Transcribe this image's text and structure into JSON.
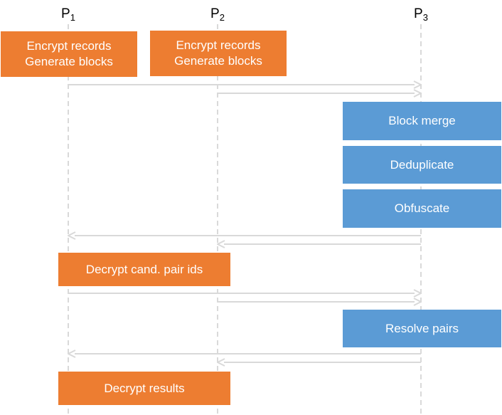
{
  "participants": [
    {
      "base": "P",
      "sub": "1"
    },
    {
      "base": "P",
      "sub": "2"
    },
    {
      "base": "P",
      "sub": "3"
    }
  ],
  "colors": {
    "local_step": "#ED7D31",
    "server_step": "#5B9BD5",
    "lifeline": "#D9D9D9",
    "arrow": "#D9D9D9"
  },
  "steps": {
    "p1_encrypt": {
      "line1": "Encrypt records",
      "line2": "Generate blocks"
    },
    "p2_encrypt": {
      "line1": "Encrypt records",
      "line2": "Generate blocks"
    },
    "block_merge": "Block merge",
    "deduplicate": "Deduplicate",
    "obfuscate": "Obfuscate",
    "decrypt_pair_ids": "Decrypt cand. pair ids",
    "resolve_pairs": "Resolve pairs",
    "decrypt_results": "Decrypt results"
  },
  "messages": [
    {
      "from": "P1",
      "to": "P3"
    },
    {
      "from": "P2",
      "to": "P3"
    },
    {
      "from": "P3",
      "to": "P1"
    },
    {
      "from": "P3",
      "to": "P2"
    },
    {
      "from": "P1",
      "to": "P3"
    },
    {
      "from": "P2",
      "to": "P3"
    },
    {
      "from": "P3",
      "to": "P1"
    },
    {
      "from": "P3",
      "to": "P2"
    }
  ]
}
